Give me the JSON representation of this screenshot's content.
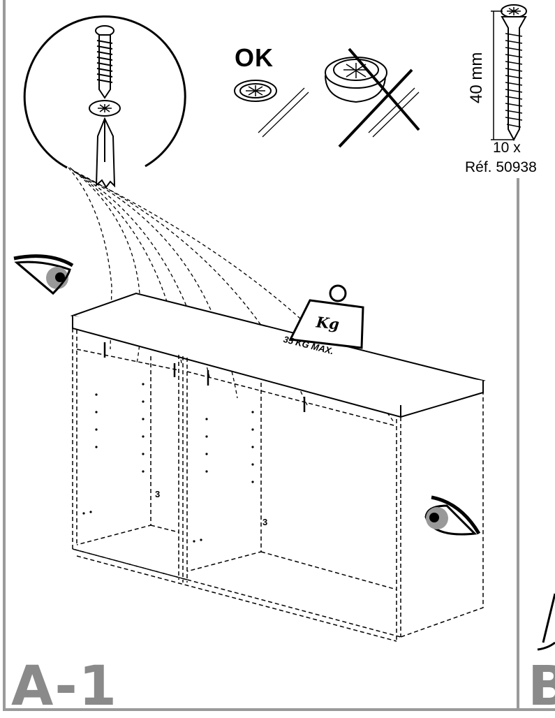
{
  "ok_label": "OK",
  "screw": {
    "length": "40 mm",
    "quantity": "10 x",
    "reference": "Réf. 50938"
  },
  "weight": {
    "unit_label": "Kg",
    "limit": "35 KG MAX."
  },
  "steps": {
    "current": "A-1",
    "next": "B"
  },
  "hole_markers": [
    "3",
    "3"
  ]
}
